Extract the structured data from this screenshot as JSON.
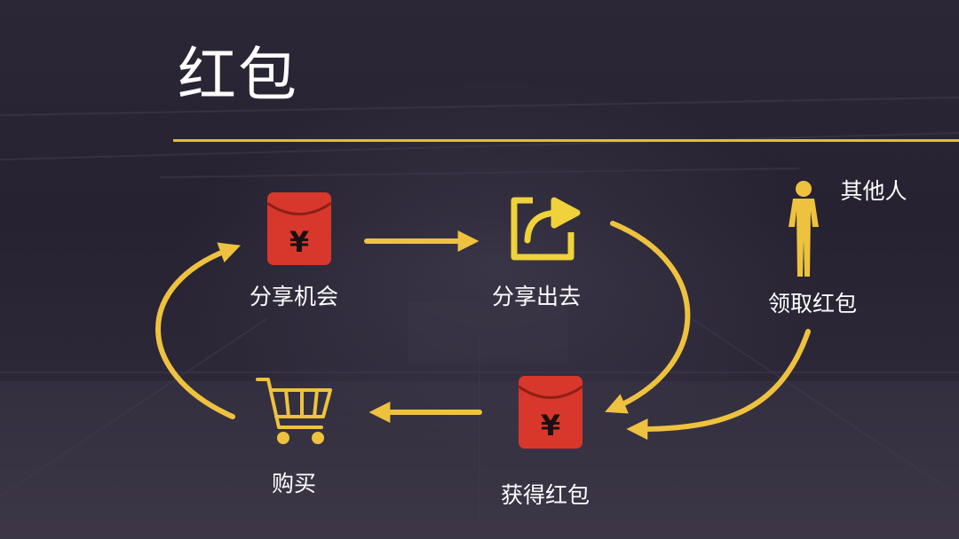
{
  "slide": {
    "title": "红包"
  },
  "nodes": [
    {
      "id": "share-chance",
      "label": "分享机会",
      "icon": "red-envelope-icon"
    },
    {
      "id": "share-out",
      "label": "分享出去",
      "icon": "share-icon"
    },
    {
      "id": "others",
      "label": "其他人",
      "icon": "person-icon"
    },
    {
      "id": "claim",
      "label": "领取红包",
      "icon": ""
    },
    {
      "id": "get-envelope",
      "label": "获得红包",
      "icon": "red-envelope-icon"
    },
    {
      "id": "purchase",
      "label": "购买",
      "icon": "shopping-cart-icon"
    }
  ],
  "edges": [
    {
      "from": "share-chance",
      "to": "share-out"
    },
    {
      "from": "share-out",
      "to": "get-envelope"
    },
    {
      "from": "claim",
      "to": "get-envelope"
    },
    {
      "from": "get-envelope",
      "to": "purchase"
    },
    {
      "from": "purchase",
      "to": "share-chance"
    }
  ],
  "colors": {
    "accent": "#eec23e",
    "envelope": "#d8382b",
    "text": "#ffffff",
    "rule": "#e9b93a"
  }
}
